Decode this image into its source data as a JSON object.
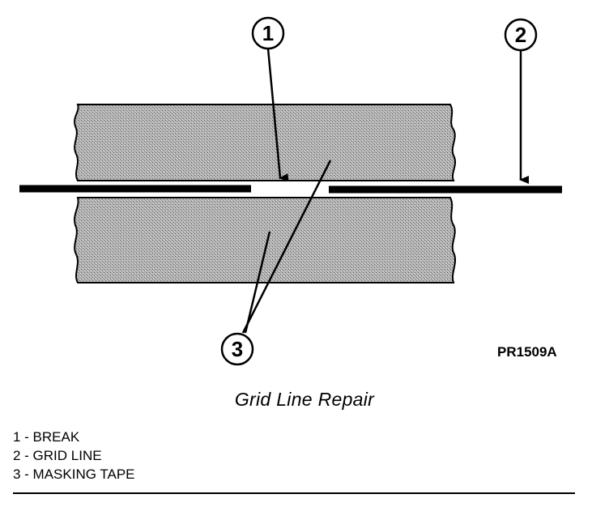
{
  "figure": {
    "id": "PR1509A",
    "caption": "Grid Line Repair",
    "callouts": [
      {
        "number": "1",
        "label": "BREAK"
      },
      {
        "number": "2",
        "label": "GRID LINE"
      },
      {
        "number": "3",
        "label": "MASKING TAPE"
      }
    ]
  },
  "legend": {
    "items": [
      "1 - BREAK",
      "2 - GRID LINE",
      "3 - MASKING TAPE"
    ]
  },
  "colors": {
    "ink": "#000000",
    "tape_fill": "#a8a8a8"
  }
}
